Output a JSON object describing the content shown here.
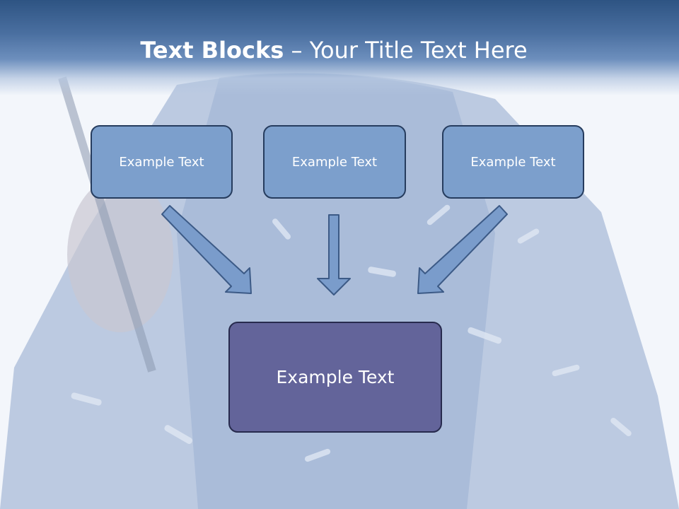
{
  "title": {
    "bold_part": "Text Blocks",
    "separator": " – ",
    "rest": "Your Title Text Here"
  },
  "blocks": [
    {
      "label": "Example Text"
    },
    {
      "label": "Example Text"
    },
    {
      "label": "Example Text"
    }
  ],
  "main_block": {
    "label": "Example Text"
  },
  "colors": {
    "title_band": "#3f6596",
    "block_fill": "#7c9fcc",
    "block_border": "#263c5e",
    "main_block_fill": "#63649a",
    "arrow_fill": "#7a9ccb",
    "arrow_stroke": "#3c5a86"
  }
}
